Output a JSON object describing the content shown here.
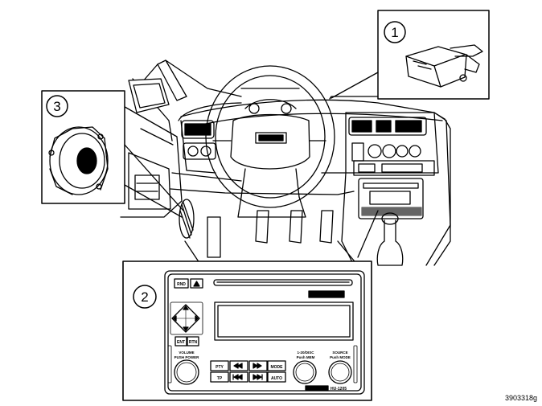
{
  "callouts": {
    "one": "1",
    "two": "2",
    "three": "3"
  },
  "radio": {
    "btn_rnd": "RND",
    "btn_ent": "ENT",
    "btn_rtn": "RTN",
    "knob_left_label_1": "VOLUME",
    "knob_left_label_2": "PUSH POWER",
    "btn_pty": "PTY",
    "btn_tp": "TP",
    "btn_mode": "MODE",
    "btn_auto": "AUTO",
    "knob_mid_label_1": "1-20/DISC",
    "knob_mid_label_2": "Push MEM",
    "knob_right_label_1": "SOURCE",
    "knob_right_label_2": "Push MODE",
    "model": "HU-1205"
  },
  "figure_code": "3903318g"
}
